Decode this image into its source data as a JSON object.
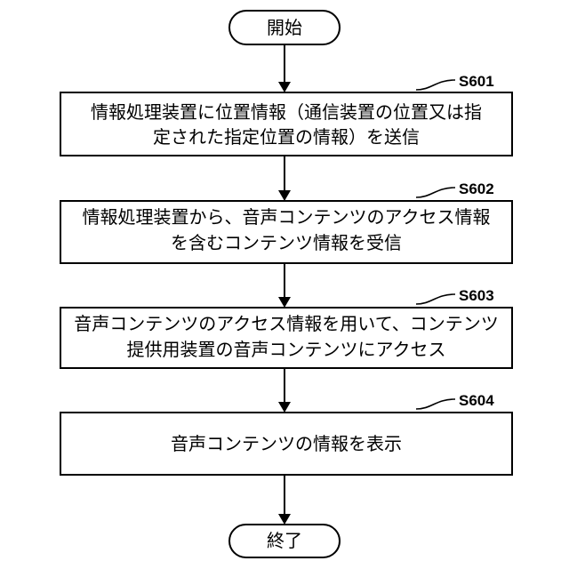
{
  "start": {
    "label": "開始"
  },
  "end": {
    "label": "終了"
  },
  "steps": [
    {
      "label": "S601",
      "lines": [
        "情報処理装置に位置情報（通信装置の位置又は指",
        "定された指定位置の情報）を送信"
      ]
    },
    {
      "label": "S602",
      "lines": [
        "情報処理装置から、音声コンテンツのアクセス情報",
        "を含むコンテンツ情報を受信"
      ]
    },
    {
      "label": "S603",
      "lines": [
        "音声コンテンツのアクセス情報を用いて、コンテンツ",
        "提供用装置の音声コンテンツにアクセス"
      ]
    },
    {
      "label": "S604",
      "lines": [
        "音声コンテンツの情報を表示"
      ]
    }
  ]
}
